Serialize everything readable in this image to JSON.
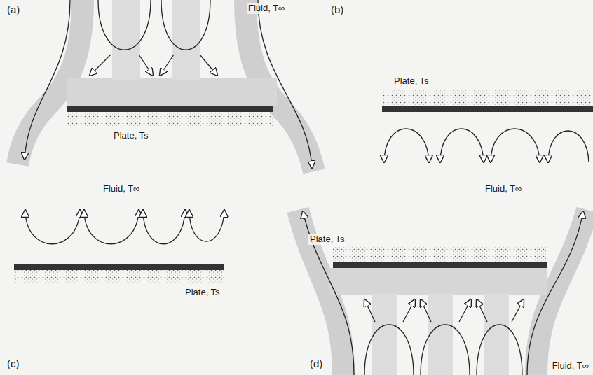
{
  "diagram": {
    "labels": [
      "(a)",
      "Fluid, T∞",
      "(b)",
      "Plate, Ts",
      "Plate, Ts",
      "Fluid, T∞",
      "Fluid, T∞",
      "Plate, Ts",
      "Plate, Ts",
      "(c)",
      "(d)",
      "Fluid, T∞"
    ]
  }
}
